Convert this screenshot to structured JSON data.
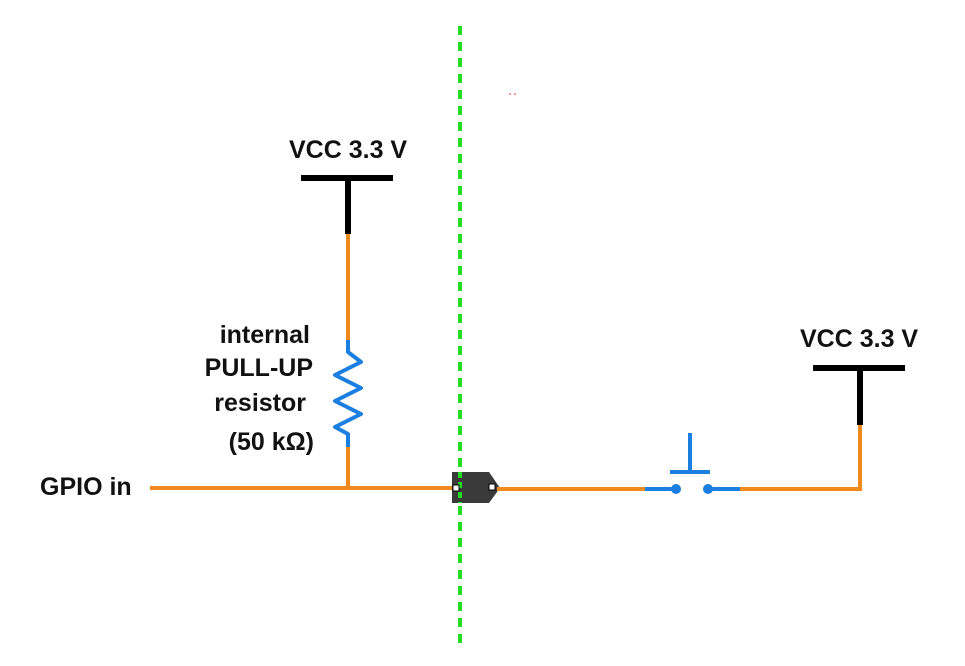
{
  "labels": {
    "vcc_left": "VCC 3.3 V",
    "vcc_right": "VCC 3.3 V",
    "resistor_line1": "internal",
    "resistor_line2": "PULL-UP",
    "resistor_line3": "resistor",
    "resistor_line4": "(50 kΩ)",
    "gpio": "GPIO in"
  },
  "colors": {
    "wire": "#f08a1c",
    "component": "#1a7fe0",
    "rail": "#000000",
    "boundary": "#22dd22",
    "connector": "#3a3a3a"
  }
}
